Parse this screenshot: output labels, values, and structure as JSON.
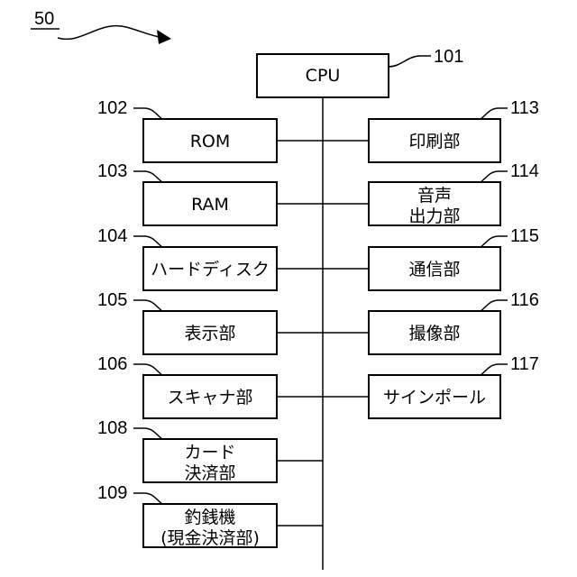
{
  "figure": {
    "number": "50",
    "cpu": {
      "ref": "101",
      "label": "CPU"
    },
    "left_blocks": [
      {
        "ref": "102",
        "lines": [
          "ROM"
        ]
      },
      {
        "ref": "103",
        "lines": [
          "RAM"
        ]
      },
      {
        "ref": "104",
        "lines": [
          "ハードディスク"
        ]
      },
      {
        "ref": "105",
        "lines": [
          "表示部"
        ]
      },
      {
        "ref": "106",
        "lines": [
          "スキャナ部"
        ]
      },
      {
        "ref": "108",
        "lines": [
          "カード",
          "決済部"
        ]
      },
      {
        "ref": "109",
        "lines": [
          "釣銭機",
          "(現金決済部)"
        ]
      }
    ],
    "right_blocks": [
      {
        "ref": "113",
        "lines": [
          "印刷部"
        ]
      },
      {
        "ref": "114",
        "lines": [
          "音声",
          "出力部"
        ]
      },
      {
        "ref": "115",
        "lines": [
          "通信部"
        ]
      },
      {
        "ref": "116",
        "lines": [
          "撮像部"
        ]
      },
      {
        "ref": "117",
        "lines": [
          "サインポール"
        ]
      }
    ]
  },
  "colors": {
    "ink": "#000000",
    "paper": "#ffffff"
  }
}
